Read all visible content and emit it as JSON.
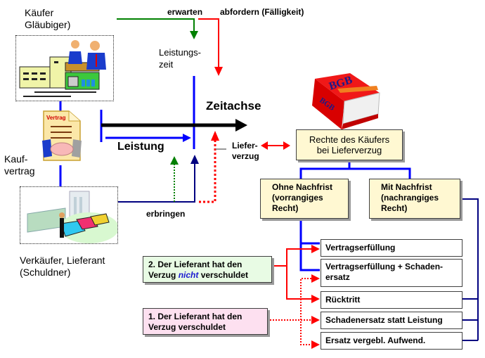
{
  "labels": {
    "buyer": "Käufer\nGläubiger)",
    "buyer_line1": "Käufer",
    "buyer_line2": "Gläubiger)",
    "contract_line1": "Kauf-",
    "contract_line2": "vertrag",
    "contract_doc_title": "Vertrag",
    "seller_line1": "Verkäufer, Lieferant",
    "seller_line2": "(Schuldner)",
    "expect": "erwarten",
    "demand": "abfordern (Fälligkeit)",
    "performance_time_line1": "Leistungs-",
    "performance_time_line2": "zeit",
    "time_axis": "Zeitachse",
    "performance": "Leistung",
    "delay_line1": "Liefer-",
    "delay_line2": "verzug",
    "deliver": "erbringen",
    "book_title": "BGB"
  },
  "boxes": {
    "rights": {
      "line1": "Rechte des Käufers",
      "line2": "bei Lieferverzug"
    },
    "without_deadline": {
      "line1": "Ohne Nachfrist",
      "line2": "(vorrangiges",
      "line3": "Recht)"
    },
    "with_deadline": {
      "line1": "Mit Nachfrist",
      "line2": "(nachrangiges",
      "line3": "Recht)"
    },
    "case2": {
      "line1": "2. Der Lieferant hat den",
      "line2_pre": "Verzug ",
      "line2_em": "nicht",
      "line2_post": " verschuldet"
    },
    "case1": {
      "line1": "1. Der Lieferant hat den",
      "line2": "Verzug verschuldet"
    }
  },
  "remedies": [
    {
      "label": "Vertragserfüllung"
    },
    {
      "label": "Vertragserfüllung + Schaden-",
      "label2": "ersatz"
    },
    {
      "label": "Rücktritt"
    },
    {
      "label": "Schadenersatz statt Leistung"
    },
    {
      "label": "Ersatz vergebl. Aufwend."
    }
  ],
  "colors": {
    "blue": "#0000ff",
    "navy": "#000080",
    "red": "#ff0000",
    "green": "#008000",
    "cream": "#fff8d2",
    "light_green": "#e8fbe4",
    "light_pink": "#fde0f0"
  }
}
